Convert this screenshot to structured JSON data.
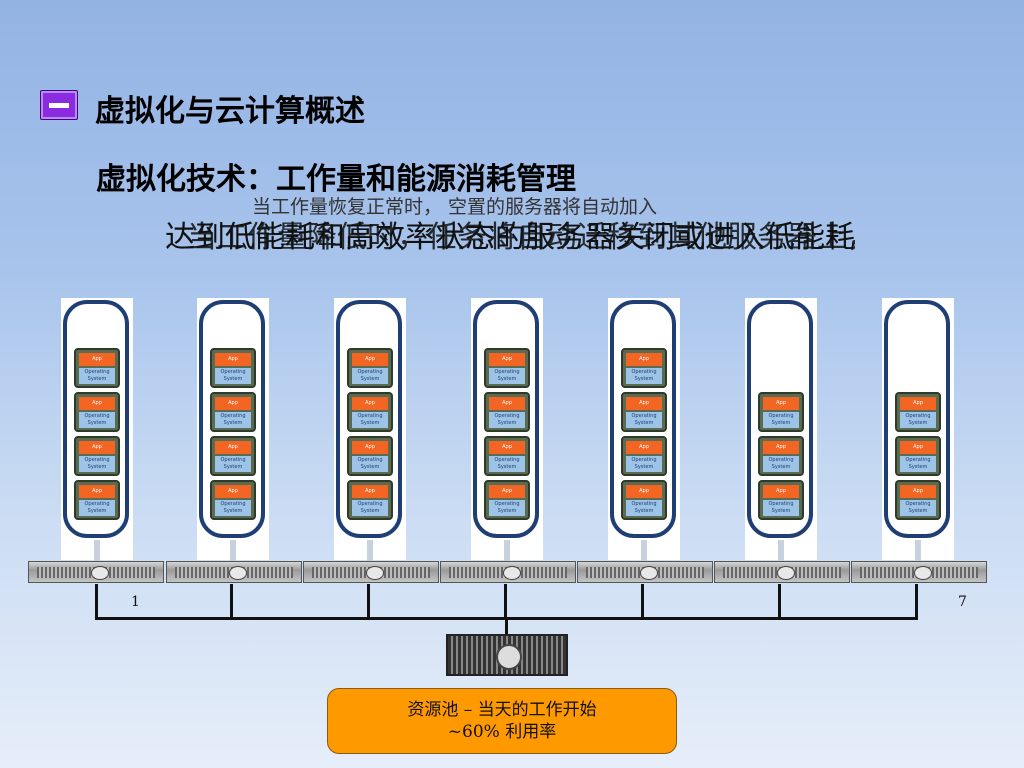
{
  "heading": {
    "bullet_symbol": "一",
    "title": "虚拟化与云计算概述",
    "subtitle": "虚拟化技术：工作量和能源消耗管理"
  },
  "caption": {
    "note": "当工作量恢复正常时， 空置的服务器将自动加入",
    "overlapping_lines": [
      "达到低能耗和高效率状态的服务器关闭或进入低能耗状态",
      "当工作量降低时，任务将自动迁移到其他服务器上，空闲"
    ]
  },
  "vm": {
    "app_label": "App",
    "os_label": "Operating System"
  },
  "servers": [
    {
      "vm_count": 4
    },
    {
      "vm_count": 4
    },
    {
      "vm_count": 4
    },
    {
      "vm_count": 4
    },
    {
      "vm_count": 4
    },
    {
      "vm_count": 3
    },
    {
      "vm_count": 3
    }
  ],
  "server_numbers": {
    "first": "1",
    "last": "7"
  },
  "pool": {
    "line1": "资源池 – 当天的工作开始",
    "line2": "~60% 利用率"
  },
  "colors": {
    "bullet": "#8a2be2",
    "pill_border": "#1f3f74",
    "app": "#f26522",
    "os": "#9dc3e6",
    "pool": "#ff9900"
  }
}
